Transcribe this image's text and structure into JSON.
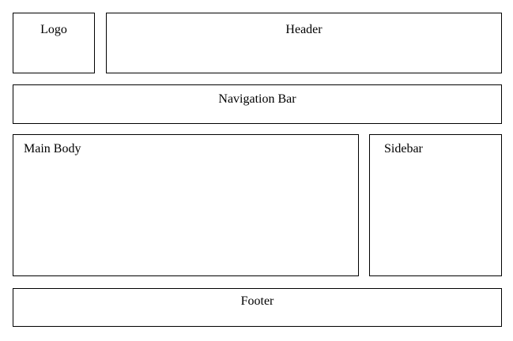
{
  "diagram": {
    "logo": "Logo",
    "header": "Header",
    "navigation_bar": "Navigation Bar",
    "main_body": "Main Body",
    "sidebar": "Sidebar",
    "footer": "Footer"
  }
}
